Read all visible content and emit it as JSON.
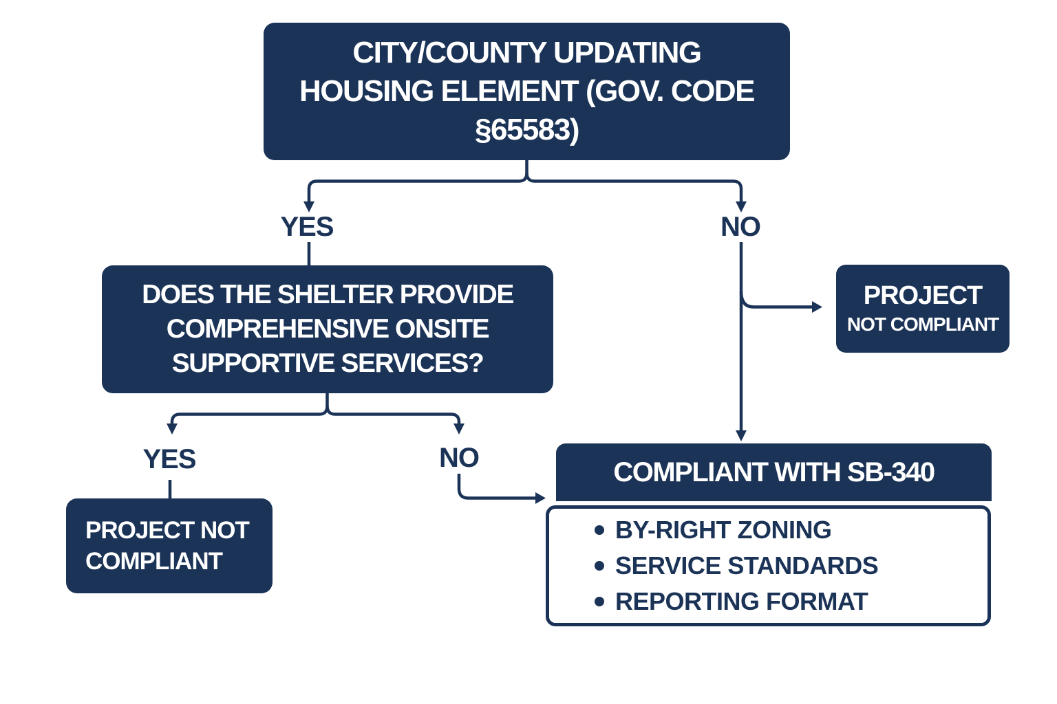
{
  "colors": {
    "navy": "#1B3357",
    "background": "#FFFFFF"
  },
  "nodes": {
    "root": {
      "lines": [
        "CITY/COUNTY UPDATING",
        "HOUSING ELEMENT (GOV. CODE",
        "§65583)"
      ]
    },
    "shelter_question": {
      "lines": [
        "DOES THE SHELTER PROVIDE",
        "COMPREHENSIVE ONSITE",
        "SUPPORTIVE SERVICES?"
      ]
    },
    "project_not_compliant_left": {
      "lines": [
        "PROJECT NOT",
        "COMPLIANT"
      ]
    },
    "project_not_compliant_right": {
      "lines": [
        "PROJECT",
        "NOT COMPLIANT"
      ]
    },
    "compliant": {
      "title": "COMPLIANT WITH SB-340",
      "bullets": [
        "BY-RIGHT ZONING",
        "SERVICE STANDARDS",
        "REPORTING FORMAT"
      ]
    }
  },
  "branches": {
    "root_yes": "YES",
    "root_no": "NO",
    "shelter_yes": "YES",
    "shelter_no": "NO"
  }
}
